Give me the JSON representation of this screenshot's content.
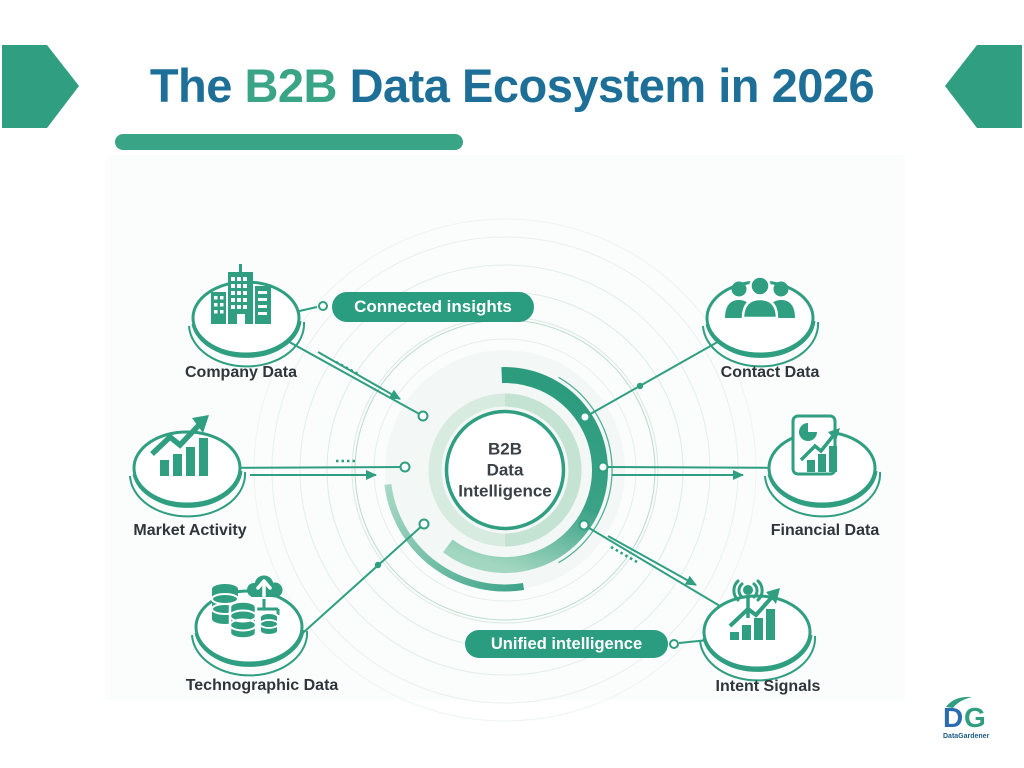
{
  "header": {
    "title": {
      "prefix": "The",
      "highlight": "B2B",
      "suffix": "Data Ecosystem in 2026"
    }
  },
  "hub": {
    "line1": "B2B",
    "line2": "Data",
    "line3": "Intelligence"
  },
  "badges": {
    "connected": {
      "label": "Connected insights"
    },
    "unified": {
      "label": "Unified intelligence"
    }
  },
  "nodes": [
    {
      "id": "company-data",
      "label": "Company Data",
      "icon": "building-icon"
    },
    {
      "id": "contact-data",
      "label": "Contact Data",
      "icon": "people-icon"
    },
    {
      "id": "market-activity",
      "label": "Market Activity",
      "icon": "bar-chart-growth-icon"
    },
    {
      "id": "financial-data",
      "label": "Financial Data",
      "icon": "financial-report-icon"
    },
    {
      "id": "technographic-data",
      "label": "Technographic Data",
      "icon": "database-cloud-icon"
    },
    {
      "id": "intent-signals",
      "label": "Intent Signals",
      "icon": "signal-antenna-icon"
    }
  ],
  "logo": {
    "letter_d": "D",
    "letter_g": "G",
    "name": "DataGardener"
  },
  "colors": {
    "primary_green": "#2f9e81",
    "title_green": "#3aa487",
    "title_blue": "#1d6f98",
    "badge_green": "#2a9c80",
    "pale_ring": "#d8ebe0",
    "text_dark": "#2f353a",
    "logo_blue": "#2b6cb0"
  }
}
